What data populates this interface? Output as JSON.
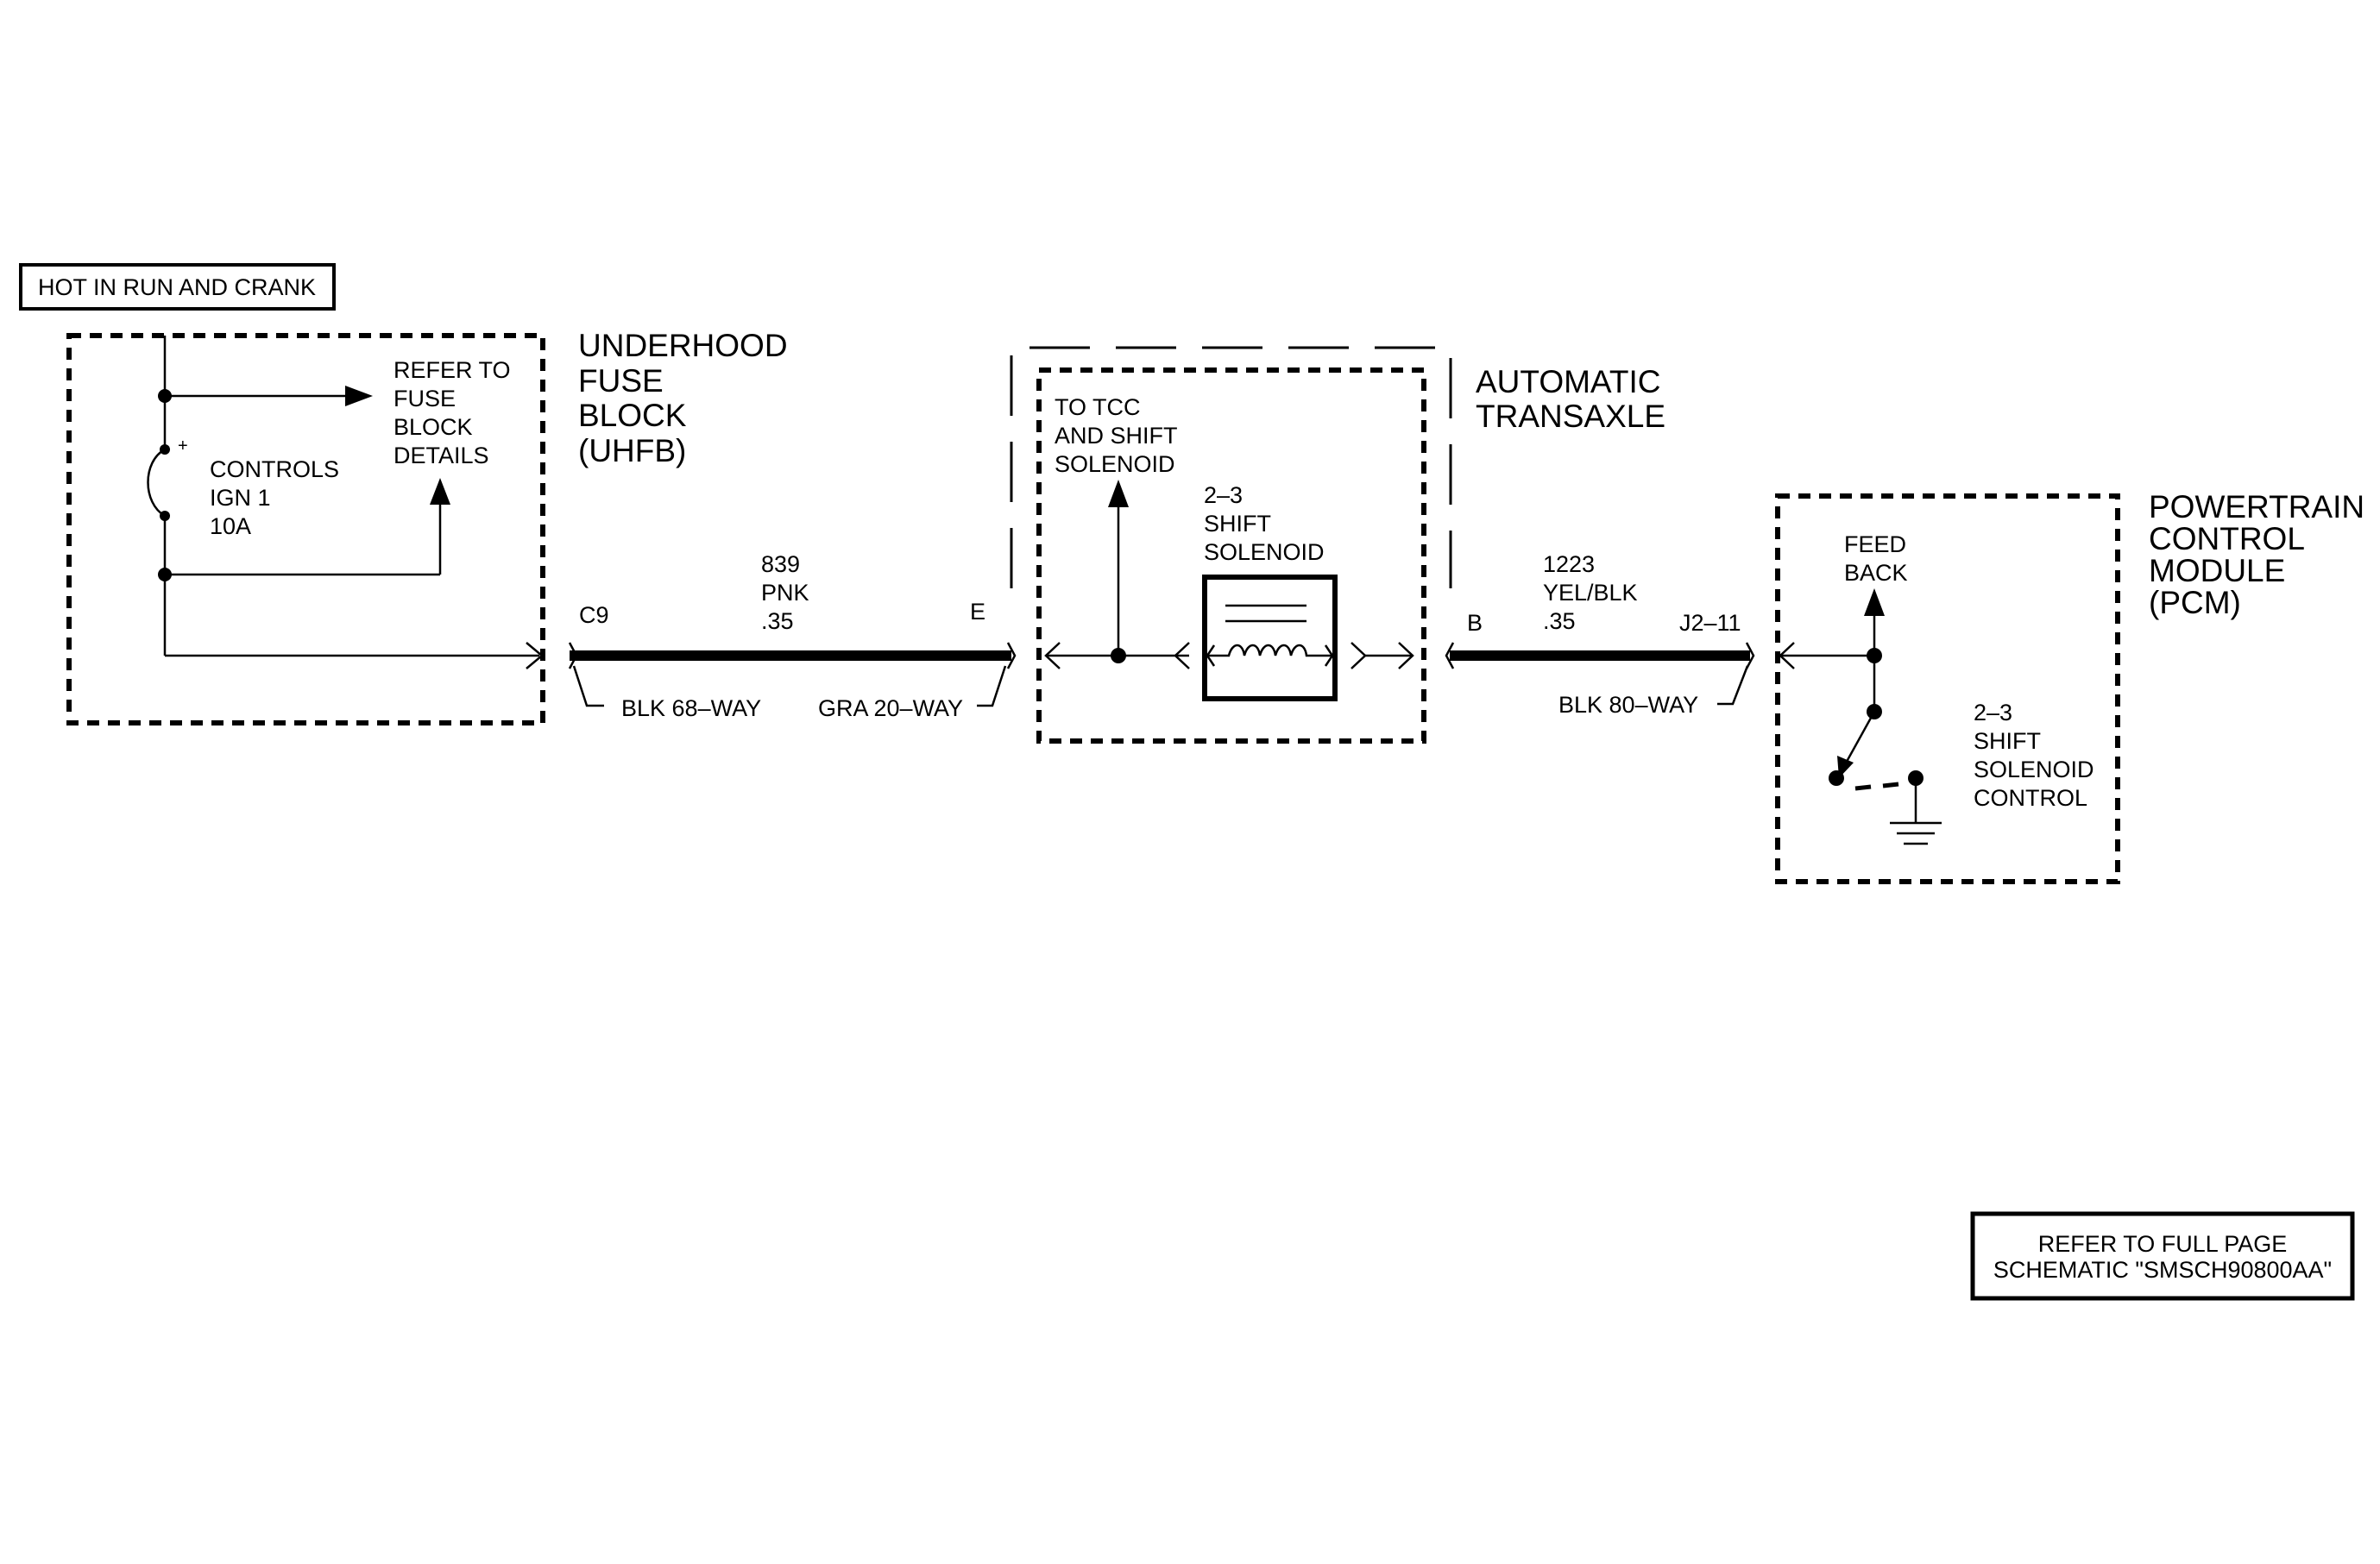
{
  "header_box": "HOT IN RUN AND CRANK",
  "fuse_block": {
    "title_lines": [
      "UNDERHOOD",
      "FUSE",
      "BLOCK",
      "(UHFB)"
    ],
    "refer_lines": [
      "REFER TO",
      "FUSE",
      "BLOCK",
      "DETAILS"
    ],
    "fuse_lines": [
      "CONTROLS",
      "IGN 1",
      "10A"
    ],
    "plus_sign": "+"
  },
  "wire_1": {
    "circuit": "839",
    "color": "PNK",
    "gauge": ".35",
    "left_pin": "C9",
    "right_pin": "E",
    "left_connector": "BLK 68–WAY",
    "right_connector": "GRA 20–WAY"
  },
  "transaxle": {
    "title_lines": [
      "AUTOMATIC",
      "TRANSAXLE"
    ],
    "tcc_lines": [
      "TO TCC",
      "AND SHIFT",
      "SOLENOID"
    ],
    "solenoid_lines": [
      "2–3",
      "SHIFT",
      "SOLENOID"
    ]
  },
  "wire_2": {
    "circuit": "1223",
    "color": "YEL/BLK",
    "gauge": ".35",
    "left_pin": "B",
    "right_pin": "J2–11",
    "connector": "BLK 80–WAY"
  },
  "pcm": {
    "title_lines": [
      "POWERTRAIN",
      "CONTROL",
      "MODULE",
      "(PCM)"
    ],
    "feedback_lines": [
      "FEED",
      "BACK"
    ],
    "control_lines": [
      "2–3",
      "SHIFT",
      "SOLENOID",
      "CONTROL"
    ]
  },
  "footer_box_lines": [
    "REFER TO FULL PAGE",
    "SCHEMATIC \"SMSCH90800AA\""
  ]
}
